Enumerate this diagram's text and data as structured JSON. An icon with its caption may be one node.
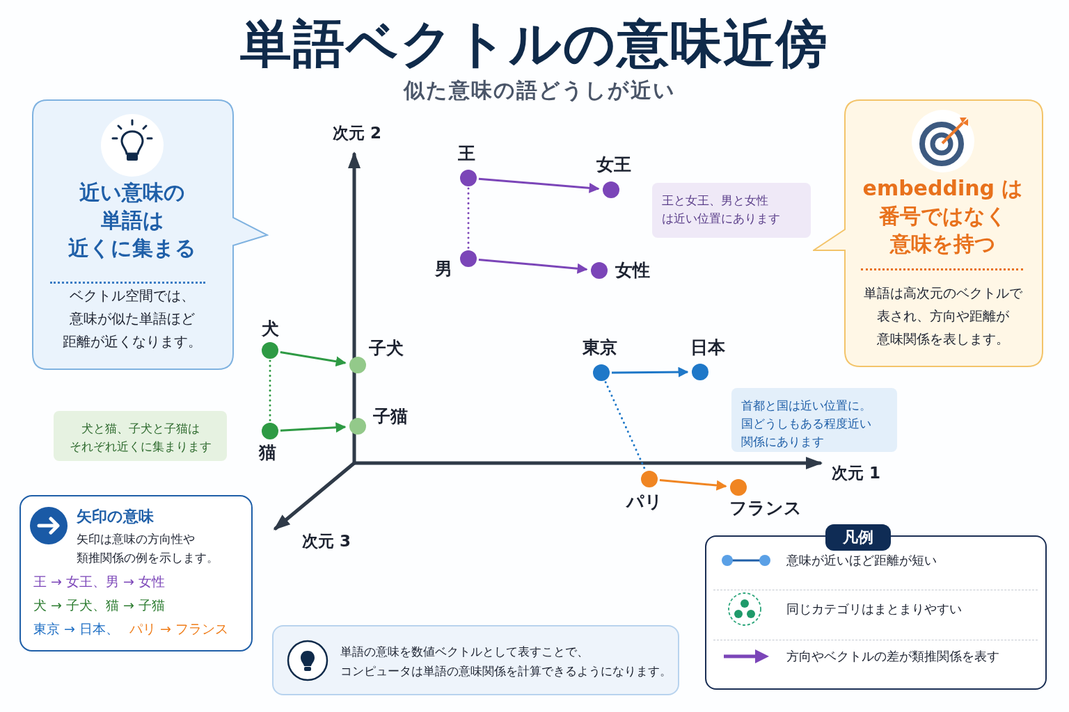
{
  "diagram": {
    "title": "単語ベクトルの意味近傍",
    "nodes": [
      {
        "text": [
          "近い意味の単語は近くに集まる",
          "ベクトル空間では、意味が似た単語ほど距離が近くなります。"
        ]
      },
      {
        "text": [
          "embedding は番号ではなく意味を持つ",
          "単語は高次元のベクトルで表され、方向や距離が意味関係を表します。"
        ]
      },
      {
        "text": [],
        "shape": "circle",
        "beside": [
          "王"
        ]
      },
      {
        "text": [],
        "shape": "circle",
        "beside": [
          "女王"
        ]
      },
      {
        "text": [],
        "shape": "circle",
        "beside": [
          "男"
        ]
      },
      {
        "text": [],
        "shape": "circle",
        "beside": [
          "女性"
        ]
      },
      {
        "text": [],
        "shape": "circle",
        "beside": [
          "犬"
        ]
      },
      {
        "text": [],
        "shape": "circle",
        "beside": [
          "子犬"
        ]
      },
      {
        "text": [],
        "shape": "circle",
        "beside": [
          "猫"
        ]
      },
      {
        "text": [],
        "shape": "circle",
        "beside": [
          "子猫"
        ]
      },
      {
        "text": [],
        "shape": "circle",
        "beside": [
          "東京"
        ]
      },
      {
        "text": [],
        "shape": "circle",
        "beside": [
          "日本"
        ]
      },
      {
        "text": [],
        "shape": "circle",
        "beside": [
          "パリ"
        ]
      },
      {
        "text": [],
        "shape": "circle",
        "beside": [
          "フランス"
        ]
      },
      {
        "text": [
          "王と女王、男と女性は近い位置にあります"
        ]
      },
      {
        "text": [
          "犬と猫、子犬と子猫はそれぞれ近くに集まります"
        ]
      },
      {
        "text": [
          "首都と国は近い位置に。国どうしもある程度近い関係にあります"
        ]
      },
      {
        "text": [
          "矢印の意味",
          "矢印は意味の方向性や類推関係の例を示します。",
          "王 → 女王、男 → 女性",
          "犬 → 子犬、猫 → 子猫",
          "東京 → 日本、",
          "パリ → フランス"
        ]
      },
      {
        "text": [
          "単語の意味を数値ベクトルとして表すことで、コンピュータは単語の意味関係を計算できるようになります。"
        ]
      }
    ],
    "edges": [
      {
        "from": 2,
        "to": 3,
        "arrow": "to",
        "color": "#7b45b8"
      },
      {
        "from": 4,
        "to": 5,
        "arrow": "to",
        "color": "#7b45b8"
      },
      {
        "from": 2,
        "to": 4,
        "arrow": "none",
        "style": "dashed",
        "color": "#7b45b8"
      },
      {
        "from": 6,
        "to": 7,
        "arrow": "to",
        "color": "#2e9a44"
      },
      {
        "from": 8,
        "to": 9,
        "arrow": "to",
        "color": "#2e9a44"
      },
      {
        "from": 6,
        "to": 8,
        "arrow": "none",
        "style": "dashed",
        "color": "#2e9a44"
      },
      {
        "from": 10,
        "to": 11,
        "arrow": "to",
        "color": "#1f78c8"
      },
      {
        "from": 10,
        "to": 12,
        "arrow": "none",
        "style": "dashed",
        "color": "#1f78c8"
      },
      {
        "from": 12,
        "to": 13,
        "arrow": "to",
        "color": "#f08522"
      }
    ],
    "labels": [
      "似た意味の語どうしが近い",
      "次元 2",
      "次元 1",
      "次元 3",
      "凡例"
    ],
    "legend": [
      {
        "text": "意味が近いほど距離が短い"
      },
      {
        "text": "同じカテゴリはまとまりやすい"
      },
      {
        "text": "方向やベクトルの差が類推関係を表す"
      }
    ]
  }
}
